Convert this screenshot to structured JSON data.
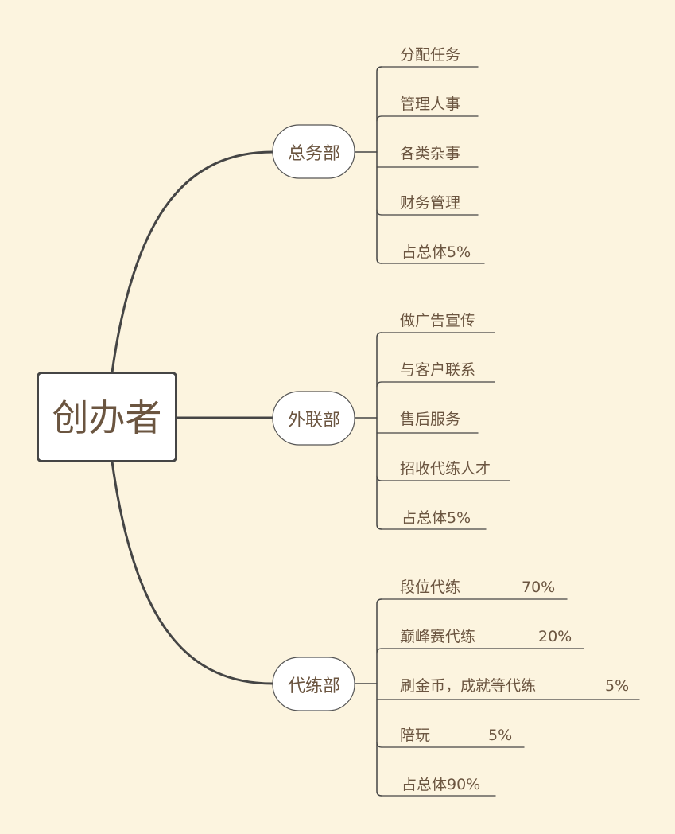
{
  "colors": {
    "background": "#fcf4df",
    "line": "#454545",
    "text": "#6b5540",
    "node_fill": "#ffffff"
  },
  "root": {
    "label": "创办者"
  },
  "departments": [
    {
      "label": "总务部",
      "items": [
        {
          "label": "分配任务"
        },
        {
          "label": "管理人事"
        },
        {
          "label": "各类杂事"
        },
        {
          "label": "财务管理"
        },
        {
          "label": "占总体5%"
        }
      ]
    },
    {
      "label": "外联部",
      "items": [
        {
          "label": "做广告宣传"
        },
        {
          "label": "与客户联系"
        },
        {
          "label": "售后服务"
        },
        {
          "label": "招收代练人才"
        },
        {
          "label": "占总体5%"
        }
      ]
    },
    {
      "label": "代练部",
      "items": [
        {
          "label": "段位代练",
          "percent": "70%"
        },
        {
          "label": "巅峰赛代练",
          "percent": "20%"
        },
        {
          "label": "刷金币，成就等代练",
          "percent": "5%"
        },
        {
          "label": "陪玩",
          "percent": "5%"
        },
        {
          "label": "占总体90%"
        }
      ]
    }
  ]
}
